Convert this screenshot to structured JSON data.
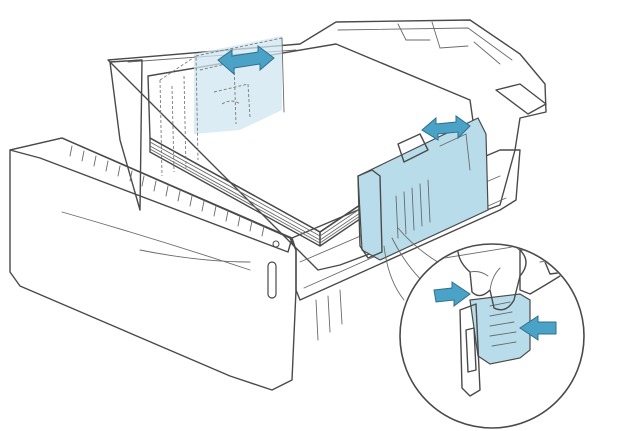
{
  "figure": {
    "subject": "paper-tray-guide-adjustment",
    "colors": {
      "line": "#4a4a4a",
      "tray_fill": "#f4f4f4",
      "paper_fill": "#fbfbfb",
      "highlight": "#b9dcea",
      "arrow": "#4aa3c7",
      "arrow_outline": "#2f6f8c"
    },
    "icons": {
      "left_arrow": "double-headed-arrow",
      "right_arrow": "double-headed-arrow",
      "squeeze_arrows": "pointing-arrow"
    }
  }
}
